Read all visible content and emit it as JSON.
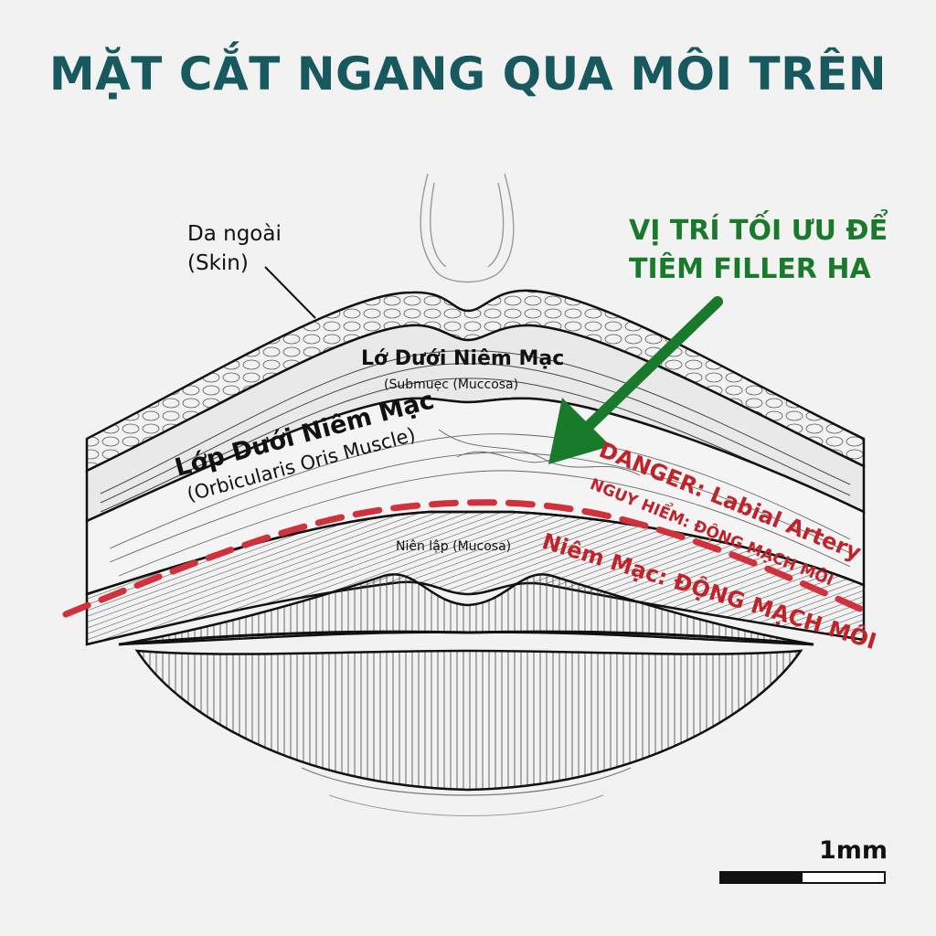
{
  "title": "MẶT CẮT NGANG QUA MÔI TRÊN",
  "labels": {
    "skin_line1": "Da ngoài",
    "skin_line2": "(Skin)",
    "submucosa_title": "Lớ Dưới Niêm Mạc",
    "submucosa_sub": "(Submuẹc (Muccosa)",
    "muscle_title": "Lớp Dưới Niêm Mạc",
    "muscle_sub": "(Orbicularis Oris Muscle)",
    "mucosa_small": "Niên lập (Mucosa)"
  },
  "injection": {
    "line1": "VỊ TRÍ TỐI ƯU ĐỂ",
    "line2": "TIÊM FILLER HA"
  },
  "danger": {
    "line1": "DANGER: Labial Artery",
    "line2": "NGUY HIỂM: ĐỘNG MẠCH MÔI",
    "line3": "Niêm Mạc: ĐỘNG MẠCH MÔI"
  },
  "scale_bar": {
    "label": "1mm"
  },
  "colors": {
    "title": "#17595e",
    "injection_text": "#1a7a2c",
    "arrow": "#1a7a2c",
    "danger": "#c0242a",
    "artery_dash": "#d1313a"
  },
  "icons": {
    "injection_arrow": "arrow-down-left-icon"
  }
}
